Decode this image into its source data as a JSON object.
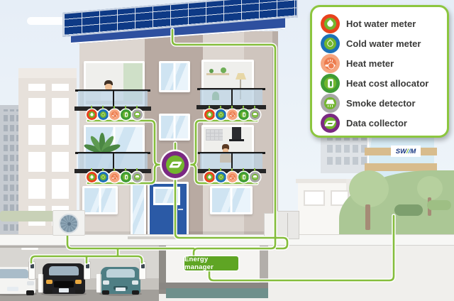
{
  "legend": {
    "items": [
      {
        "id": "hot-water-meter",
        "label": "Hot water meter",
        "ring_color": "#e8431d",
        "center_color": "#72b62e"
      },
      {
        "id": "cold-water-meter",
        "label": "Cold water meter",
        "ring_color": "#1d71b8",
        "center_color": "#72b62e"
      },
      {
        "id": "heat-meter",
        "label": "Heat meter",
        "ring_color": "#f5a57f",
        "center_color": "#ed7c4e"
      },
      {
        "id": "heat-cost-allocator",
        "label": "Heat cost allocator",
        "ring_color": "#3f9c35",
        "center_color": "#72b62e"
      },
      {
        "id": "smoke-detector",
        "label": "Smoke detector",
        "ring_color": "#a7a7a6",
        "center_color": "#72b62e"
      },
      {
        "id": "data-collector",
        "label": "Data collector",
        "ring_color": "#7b2982",
        "center_color": "#72b62e"
      }
    ]
  },
  "building": {
    "energy_manager_label": "Energy manager",
    "apartment_meter_order": [
      "hot-water-meter",
      "cold-water-meter",
      "heat-meter",
      "heat-cost-allocator",
      "smoke-detector"
    ]
  },
  "swm_building": {
    "logo": {
      "left": "SW",
      "slash1": "/",
      "slash2": "/",
      "right": "M"
    }
  },
  "colors": {
    "cable_green": "#85bd3c",
    "legend_border": "#8cc63f",
    "energy_manager_bg": "#5fa524",
    "roof_blue": "#2e509f",
    "solar_panel_blue": "#0e3a86",
    "door_blue": "#2b5aa6",
    "swm_logo_blue": "#16357f"
  }
}
